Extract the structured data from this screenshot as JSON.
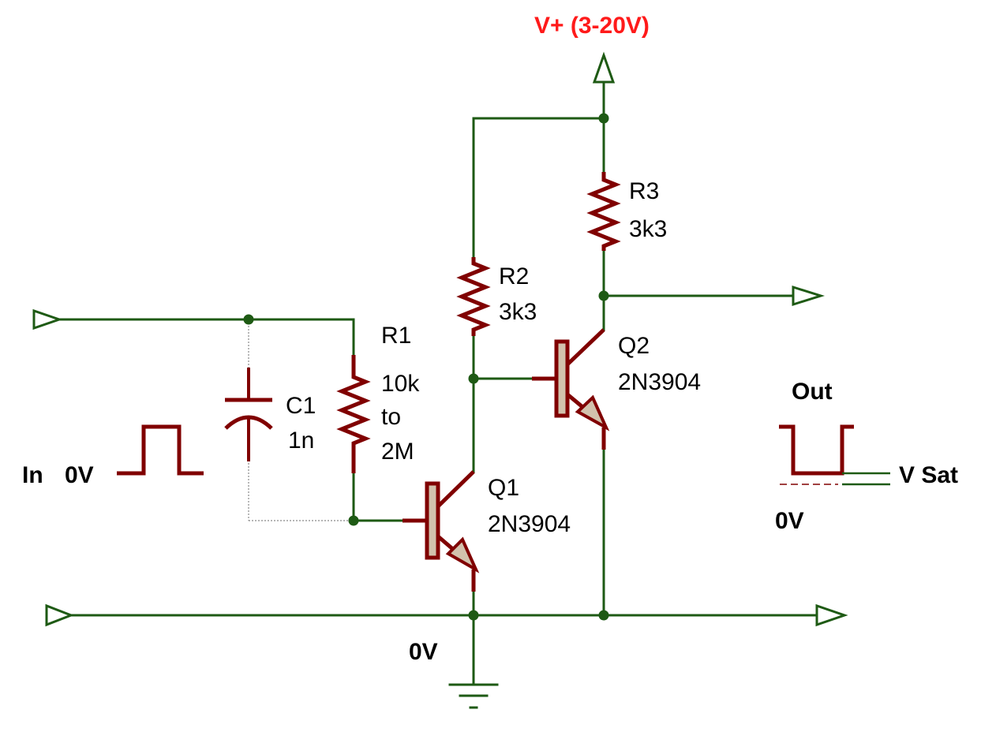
{
  "supply": {
    "label": "V+ (3-20V)"
  },
  "components": {
    "r1": {
      "ref": "R1",
      "value_line1": "10k",
      "value_line2": "to",
      "value_line3": "2M"
    },
    "r2": {
      "ref": "R2",
      "value": "3k3"
    },
    "r3": {
      "ref": "R3",
      "value": "3k3"
    },
    "c1": {
      "ref": "C1",
      "value": "1n"
    },
    "q1": {
      "ref": "Q1",
      "part": "2N3904"
    },
    "q2": {
      "ref": "Q2",
      "part": "2N3904"
    }
  },
  "input": {
    "label": "In",
    "level": "0V"
  },
  "output": {
    "label": "Out",
    "high_level": "V Sat",
    "low_level": "0V"
  },
  "ground": {
    "label": "0V"
  },
  "colors": {
    "wire": "#1e5a14",
    "component": "#800000",
    "transistor_fill": "#d2c2ad",
    "supply_label": "#ff1a1a"
  }
}
